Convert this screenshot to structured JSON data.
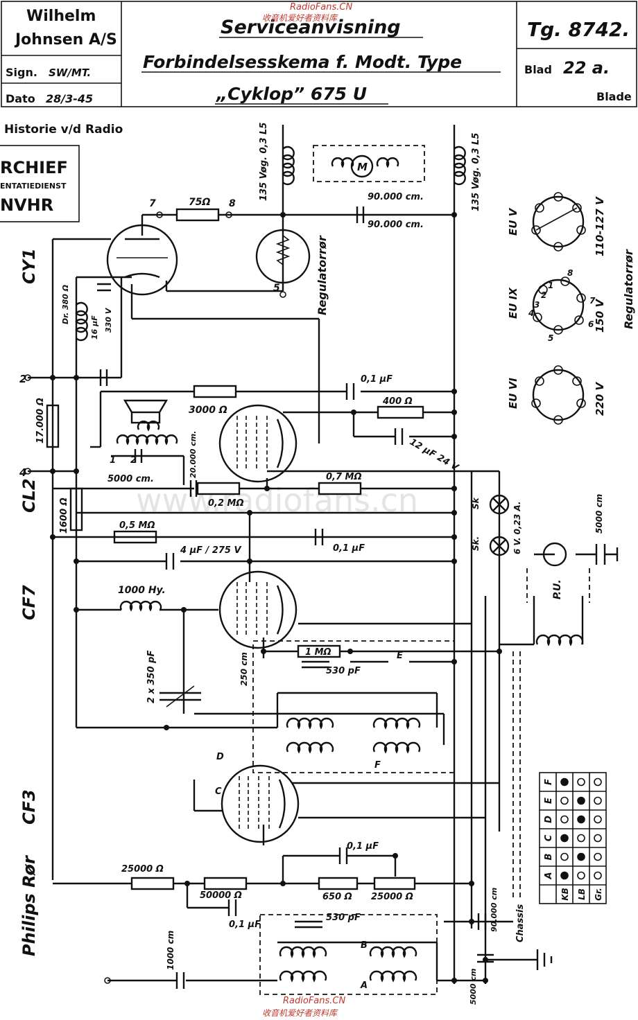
{
  "header": {
    "company_line1": "Wilhelm",
    "company_line2": "Johnsen A/S",
    "sign_label": "Sign.",
    "sign_value": "SW/MT.",
    "date_label": "Dato",
    "date_value": "28/3-45",
    "title": "Serviceanvisning",
    "subtitle": "Forbindelsesskema f. Modt. Type",
    "model": "„Cyklop” 675 U",
    "tg_number": "Tg. 8742.",
    "blad_label": "Blad",
    "blad_value": "22 a.",
    "blade_label": "Blade"
  },
  "watermark": {
    "top": "RadioFans.CN",
    "top_cn": "收音机爱好者资料库",
    "center": "www.radiofans.cn",
    "bottom": "RadioFans.CN",
    "bottom_cn": "收音机爱好者资料库"
  },
  "stamp": {
    "line1": "Historie v/d Radio",
    "line2": "RCHIEF",
    "line3": "ENTATIEDIENST",
    "line4": "NVHR"
  },
  "tubes": {
    "cy1": "CY1",
    "cl2": "CL2",
    "cf7": "CF7",
    "cf3": "CF3",
    "philips": "Philips Rør"
  },
  "components": {
    "r75": "75Ω",
    "pin7": "7",
    "pin8": "8",
    "pin5": "5",
    "lamp_left": "135 Vøg. 0,3 L5",
    "lamp_right": "135 Vøg. 0,3 L5",
    "c90k_1": "90.000 cm.",
    "c90k_2": "90.000 cm.",
    "motor": "M",
    "regulator": "Regulatorrør",
    "dr": "Dr. 380 Ω",
    "c16": "16 μF",
    "v330": "330 V",
    "term2": "2",
    "term4": "4",
    "r17k": "17.000 Ω",
    "r1600": "1600 Ω",
    "r3000": "3000 Ω",
    "c01_top": "0,1 μF",
    "r400": "400 Ω",
    "c12": "12 μF 24 V",
    "c5000": "5000 cm.",
    "tr1": "1",
    "tr2": "2",
    "c20k": "20.000 cm.",
    "r02": "0,2 MΩ",
    "r07": "0,7 MΩ",
    "r05": "0,5 MΩ",
    "c01_mid": "0,1 μF",
    "c4": "4 μF / 275 V",
    "sk1": "Sk",
    "sk2": "Sk.",
    "lamp_rating": "6 V. 0,23 A.",
    "c5000_right": "5000 cm",
    "choke": "1000 Hy.",
    "pu": "P.U.",
    "c2x350": "2 x 350 pF",
    "c250": "250 cm",
    "r1m": "1 MΩ",
    "c530_top": "530 pF",
    "sw_e": "E",
    "sw_f": "F",
    "sw_c": "C",
    "sw_d": "D",
    "r25k_left": "25000 Ω",
    "r50k": "50000 Ω",
    "c01_low": "0,1 μF",
    "c01_bot": "0,1 μF",
    "r650": "650 Ω",
    "r25k_right": "25000 Ω",
    "c530_bot": "530 pF",
    "sw_b": "B",
    "sw_a": "A",
    "c1000": "1000 cm",
    "c90k_chassis": "90.000 cm",
    "chassis": "Chassis",
    "c5000_bot": "5000 cm"
  },
  "sockets": {
    "eu5": "EU V",
    "v110": "110-127 V",
    "eu9": "EU IX",
    "v150": "150 V",
    "eu6": "EU VI",
    "v220": "220 V",
    "reg": "Regulatorrør",
    "pin_nums": [
      "1",
      "2",
      "3",
      "4",
      "5",
      "6",
      "7",
      "8"
    ]
  },
  "switch_table": {
    "row_labels": [
      "F",
      "E",
      "D",
      "C",
      "B",
      "A"
    ],
    "col_labels": [
      "KB",
      "LB",
      "Gr."
    ],
    "cells": [
      [
        true,
        false,
        false
      ],
      [
        false,
        true,
        false
      ],
      [
        false,
        true,
        false
      ],
      [
        true,
        false,
        false
      ],
      [
        false,
        true,
        false
      ],
      [
        true,
        false,
        false
      ]
    ]
  }
}
